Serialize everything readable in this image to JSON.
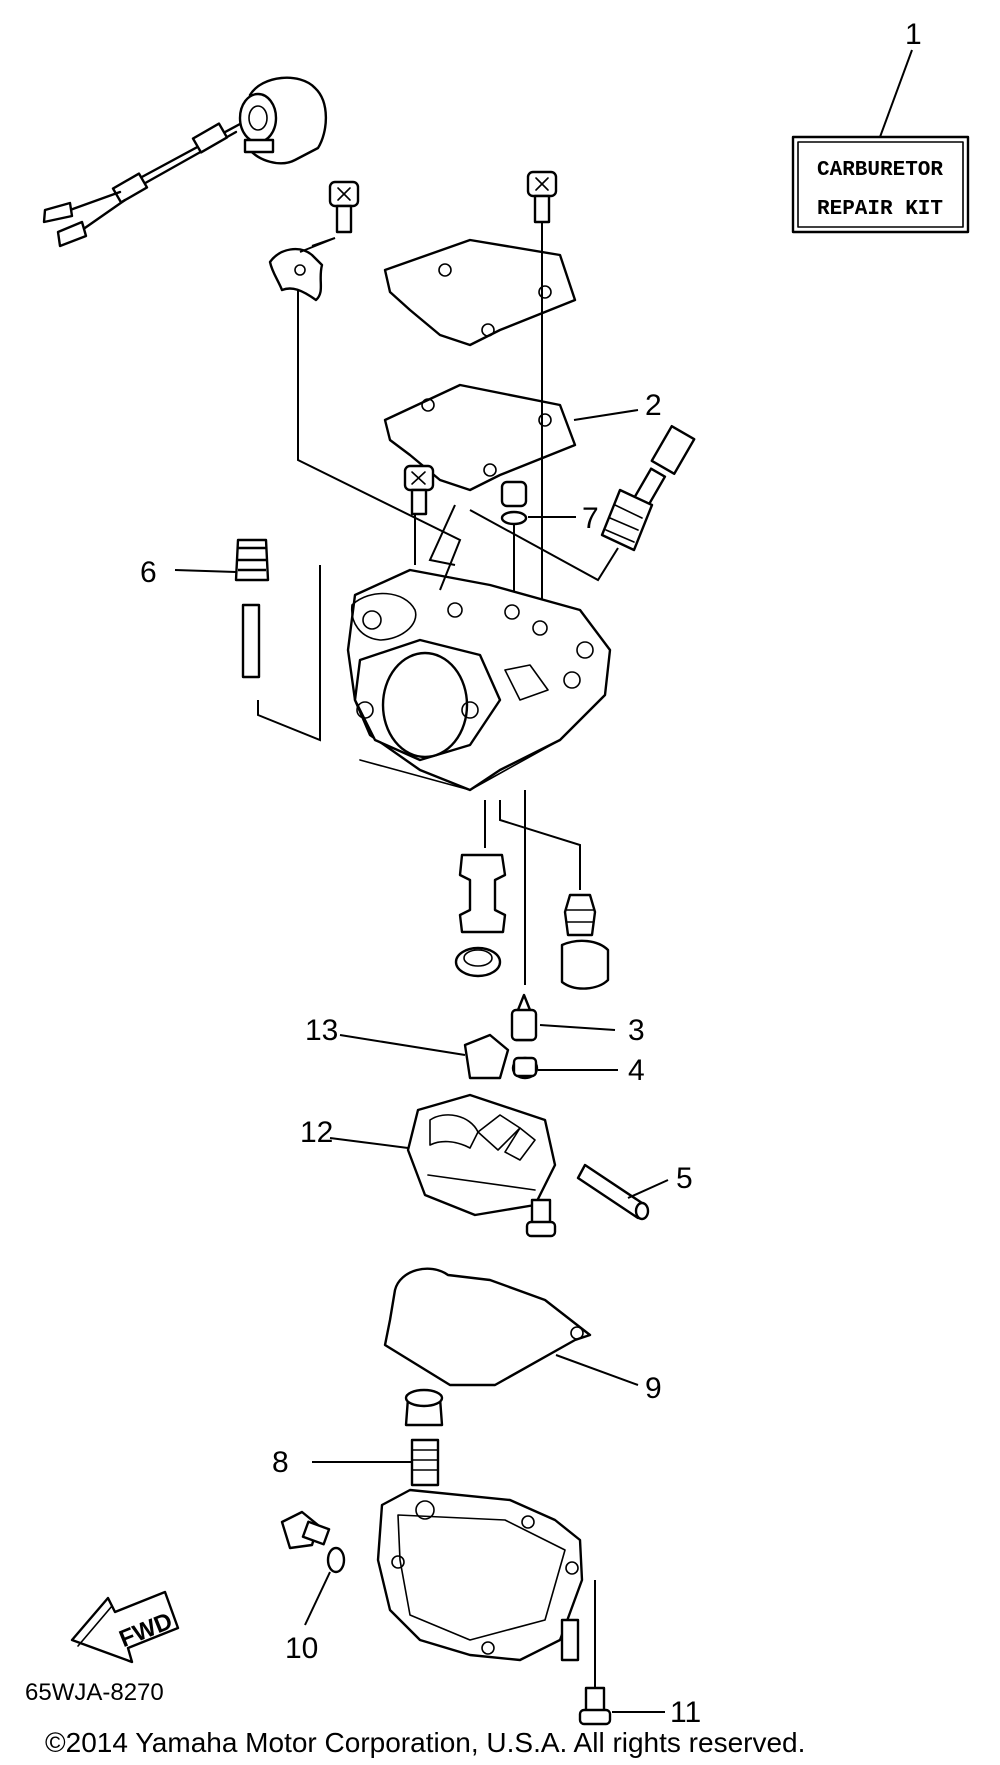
{
  "callouts": {
    "c1": "1",
    "c2": "2",
    "c3": "3",
    "c4": "4",
    "c5": "5",
    "c6": "6",
    "c7": "7",
    "c8": "8",
    "c9": "9",
    "c10": "10",
    "c11": "11",
    "c12": "12",
    "c13": "13"
  },
  "repair_kit": {
    "line1": "CARBURETOR",
    "line2": "REPAIR KIT"
  },
  "fwd_label": "FWD",
  "diagram_code": "65WJA-8270",
  "copyright": "©2014 Yamaha Motor Corporation, U.S.A. All rights reserved."
}
